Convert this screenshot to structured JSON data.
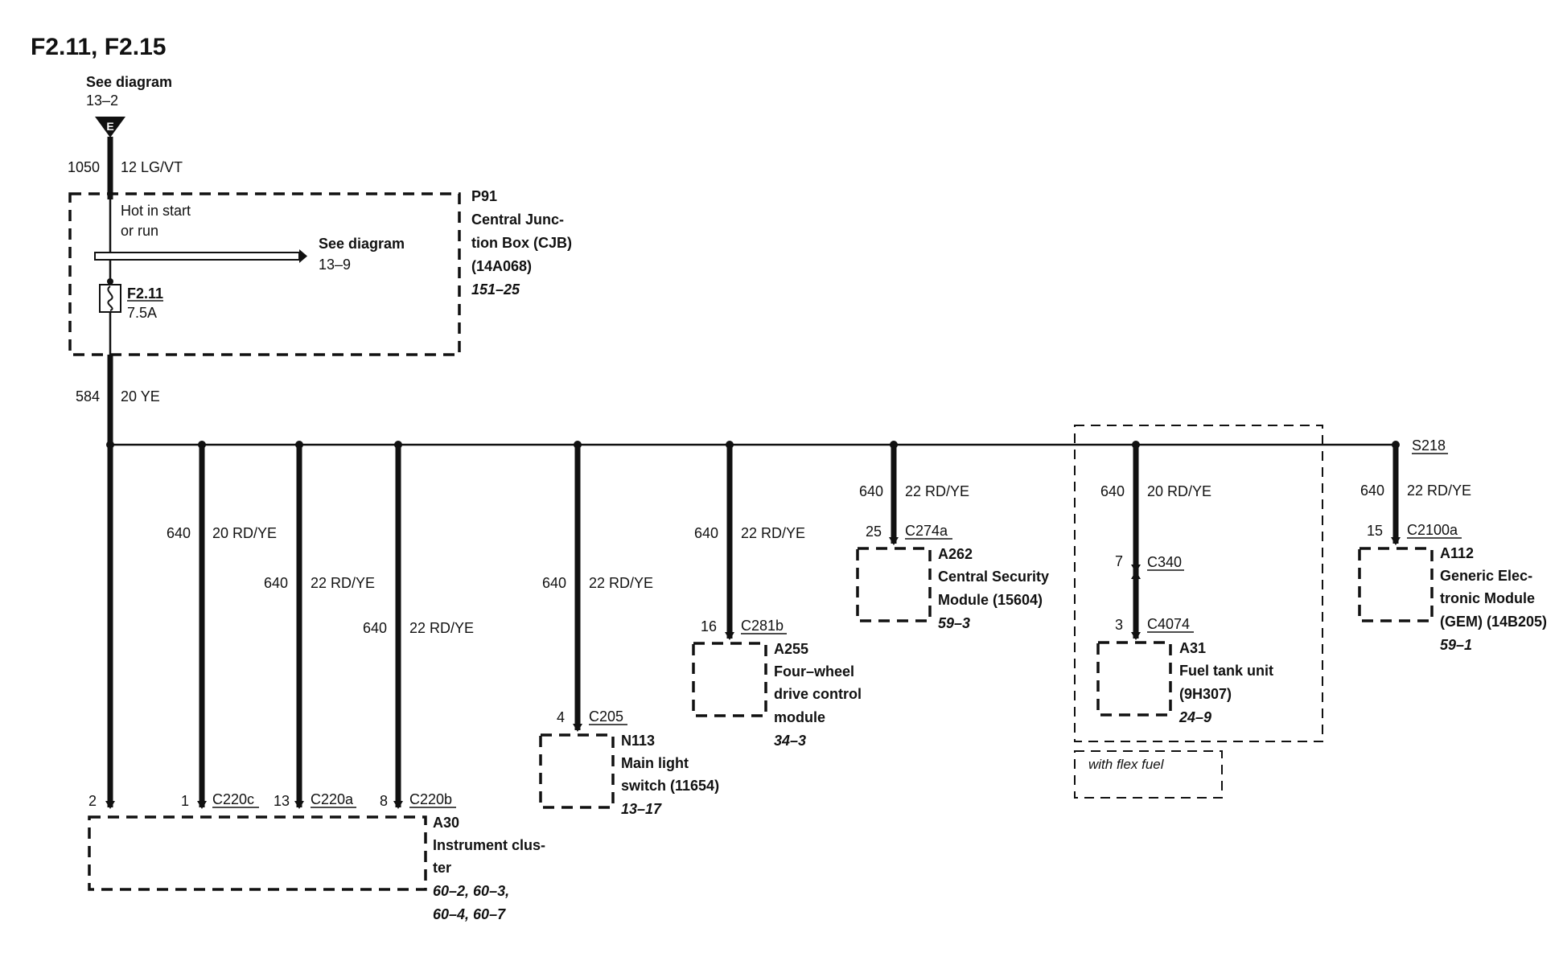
{
  "title": "F2.11, F2.15",
  "source": {
    "see_label": "See diagram",
    "ref": "13–2",
    "connector_letter": "E"
  },
  "feed_wire": {
    "circuit": "1050",
    "gauge_color": "12 LG/VT"
  },
  "cjb": {
    "id": "P91",
    "name_line1": "Central Junc-",
    "name_line2": "tion Box (CJB)",
    "part": "(14A068)",
    "ref": "151–25",
    "hot_line1": "Hot in start",
    "hot_line2": "or run",
    "see_label": "See diagram",
    "see_ref": "13–9",
    "fuse_name": "F2.11",
    "fuse_rating": "7.5A"
  },
  "out_wire": {
    "circuit": "584",
    "gauge_color": "20 YE"
  },
  "splice": "S218",
  "branches": [
    {
      "circuit": "640",
      "gauge_color": "20 RD/YE",
      "pin": "1",
      "connector": "C220c"
    },
    {
      "circuit": "640",
      "gauge_color": "22 RD/YE",
      "pin": "13",
      "connector": "C220a"
    },
    {
      "circuit": "640",
      "gauge_color": "22 RD/YE",
      "pin": "8",
      "connector": "C220b"
    },
    {
      "circuit": "640",
      "gauge_color": "22 RD/YE",
      "pin": "4",
      "connector": "C205"
    },
    {
      "circuit": "640",
      "gauge_color": "22 RD/YE",
      "pin": "16",
      "connector": "C281b"
    },
    {
      "circuit": "640",
      "gauge_color": "22 RD/YE",
      "pin": "25",
      "connector": "C274a"
    },
    {
      "circuit": "640",
      "gauge_color": "20 RD/YE",
      "pin_mid": "7",
      "connector_mid": "C340",
      "pin": "3",
      "connector": "C4074"
    },
    {
      "circuit": "640",
      "gauge_color": "22 RD/YE",
      "pin": "15",
      "connector": "C2100a"
    }
  ],
  "main_pin": "2",
  "components": {
    "a30": {
      "id": "A30",
      "line1": "Instrument clus-",
      "line2": "ter",
      "ref1": "60–2, 60–3,",
      "ref2": "60–4, 60–7"
    },
    "n113": {
      "id": "N113",
      "line1": "Main light",
      "line2": "switch (11654)",
      "ref": "13–17"
    },
    "a255": {
      "id": "A255",
      "line1": "Four–wheel",
      "line2": "drive control",
      "line3": "module",
      "ref": "34–3"
    },
    "a262": {
      "id": "A262",
      "line1": "Central Security",
      "line2": "Module (15604)",
      "ref": "59–3"
    },
    "a31": {
      "id": "A31",
      "line1": "Fuel tank unit",
      "line2": "(9H307)",
      "ref": "24–9"
    },
    "a112": {
      "id": "A112",
      "line1": "Generic Elec-",
      "line2": "tronic Module",
      "line3": "(GEM) (14B205)",
      "ref": "59–1"
    }
  },
  "flex_fuel_note": "with flex fuel"
}
